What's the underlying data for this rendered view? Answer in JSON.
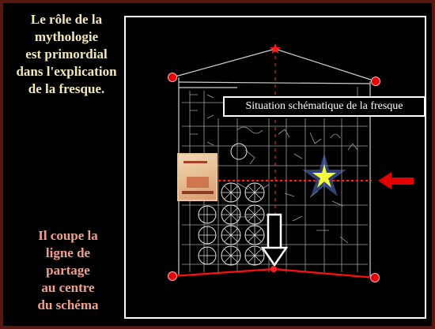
{
  "left_text": {
    "top_lines": [
      "Le rôle de la",
      "mythologie",
      "est primordial",
      "dans l'explication",
      "de  la fresque."
    ],
    "bottom_lines": [
      "Il coupe la",
      "ligne de",
      "partage",
      "au centre",
      "du schéma"
    ]
  },
  "figure": {
    "label": "Situation schématique de la fresque"
  },
  "colors": {
    "frame": "#5a1712",
    "top_text": "#f3e9b8",
    "bottom_text": "#f0a08e",
    "marker_red": "#e00000",
    "star_yellow": "#f2ff3a",
    "star_glow": "#7fa0ff"
  }
}
